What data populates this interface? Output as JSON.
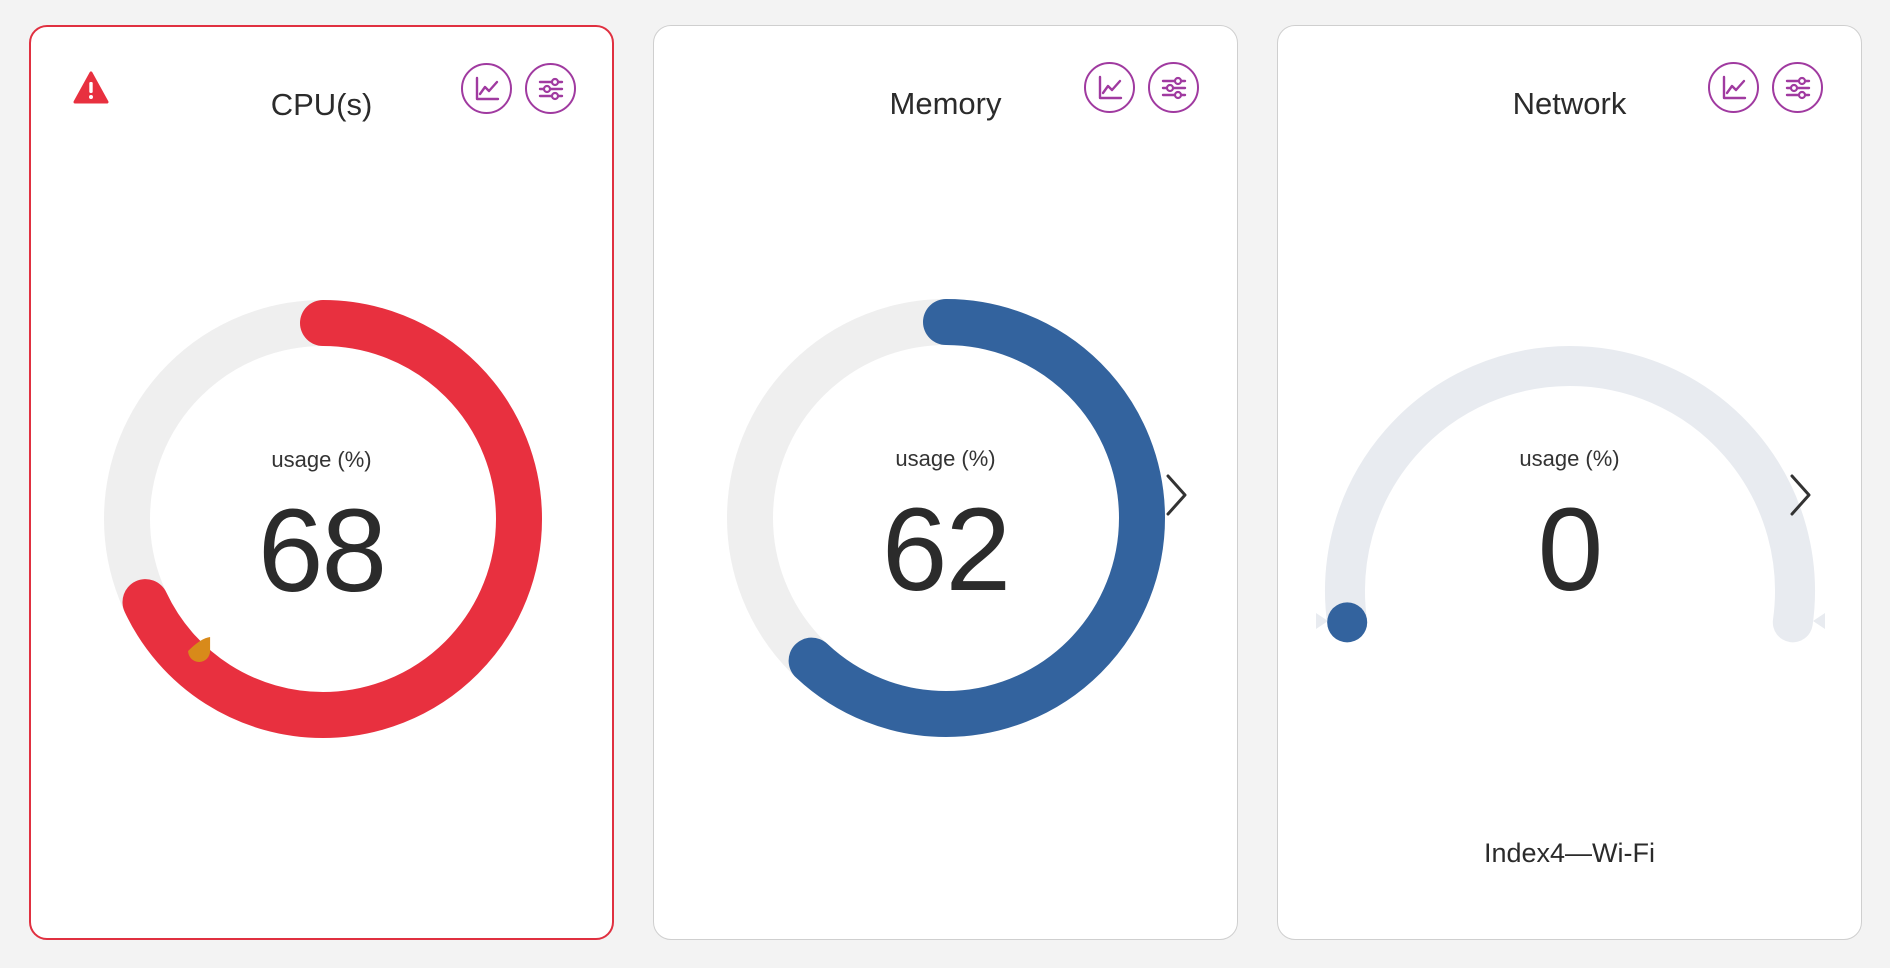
{
  "colors": {
    "background": "#f3f3f3",
    "alert": "#e8303f",
    "memory_arc": "#33639e",
    "network_marker": "#33639e",
    "track": "#efefef",
    "network_track": "#e8ebf0",
    "icon_accent": "#a03aa0",
    "threshold_marker": "#d88a1a"
  },
  "cards": [
    {
      "title": "CPU(s)",
      "status": "alert",
      "status_icon": "warning-triangle-icon",
      "gauge": {
        "type": "ring",
        "label": "usage (%)",
        "value": "68",
        "fraction": 0.68,
        "threshold_fraction": 0.62
      }
    },
    {
      "title": "Memory",
      "gauge": {
        "type": "ring",
        "label": "usage (%)",
        "value": "62",
        "fraction": 0.62
      }
    },
    {
      "title": "Network",
      "gauge": {
        "type": "arc",
        "label": "usage (%)",
        "value": "0",
        "fraction": 0
      },
      "interface": "Index4—Wi-Fi"
    }
  ],
  "icons": {
    "chart_button": "line-chart-icon",
    "settings_button": "sliders-icon",
    "next": "chevron-right-icon"
  }
}
